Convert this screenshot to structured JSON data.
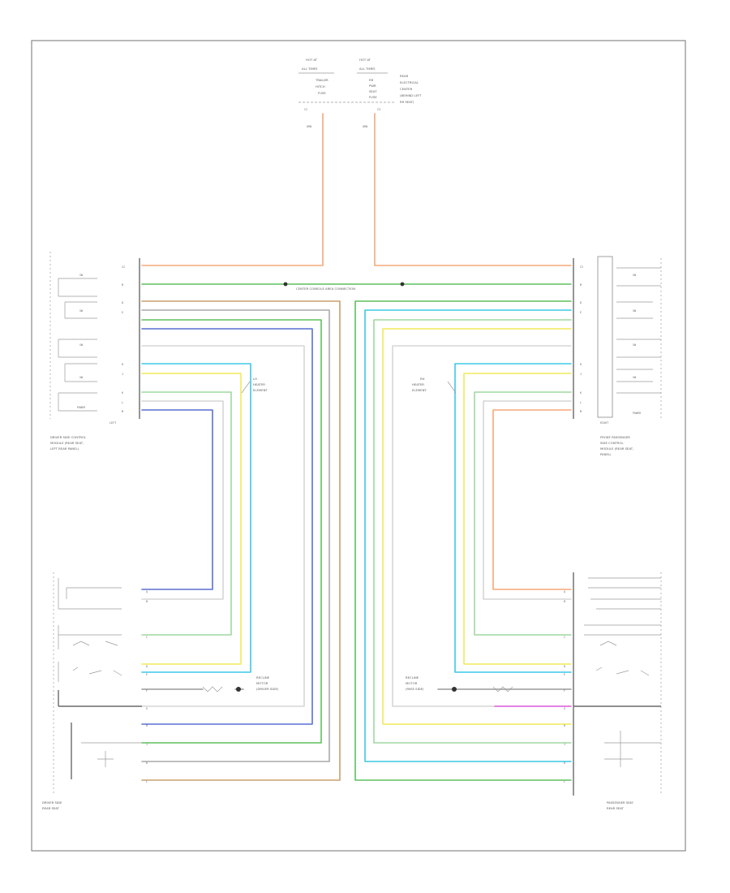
{
  "diagram": {
    "footer_code": "",
    "top_labels": {
      "fuse_left_header": [
        "HOT AT",
        "ALL TIMES"
      ],
      "fuse_right_header": [
        "HOT AT",
        "ALL TIMES"
      ],
      "fuse_left": [
        "TRAILER",
        "HITCH",
        "FUSE"
      ],
      "fuse_right": [
        "RR",
        "PWR",
        "SEAT",
        "FUSE"
      ],
      "fuse_block": [
        "REAR",
        "ELECTRICAL",
        "CENTER",
        "(BEHIND LEFT",
        "RR SEAT)"
      ]
    },
    "center_label": "CENTER CONSOLE AREA CONNECTION",
    "left_module": [
      "DRIVER SIDE CONTROL",
      "MODULE (REAR SEAT,",
      "LEFT REAR PANEL)"
    ],
    "right_module": [
      "FRONT PASSENGER",
      "SIDE CONTROL",
      "MODULE (REAR SEAT,",
      "PANEL)"
    ],
    "left_heater_label": [
      "LH",
      "HEATER",
      "ELEMENT"
    ],
    "right_heater_label": [
      "RH",
      "HEATER",
      "ELEMENT"
    ],
    "left_motor_label": [
      "RECLINE",
      "MOTOR",
      "(DRIVER SIDE)"
    ],
    "right_motor_label": [
      "RECLINE",
      "MOTOR",
      "(PASS SIDE)"
    ],
    "left_seat_label": [
      "DRIVER SIDE",
      "REAR SEAT"
    ],
    "right_seat_label": [
      "PASSENGER SIDE",
      "REAR SEAT"
    ],
    "colors": {
      "orange": "#f5a878",
      "green": "#5fbf5f",
      "lightgreen": "#9fd89f",
      "tan": "#c8a070",
      "gray": "#a9a9a9",
      "lightgray": "#d6d6d6",
      "blue": "#5a6fd0",
      "lightblue": "#9aa6e6",
      "cyan": "#3cc8e6",
      "yellow": "#f0ea5a",
      "magenta": "#e060e0",
      "frame": "#6a6a6a"
    }
  }
}
